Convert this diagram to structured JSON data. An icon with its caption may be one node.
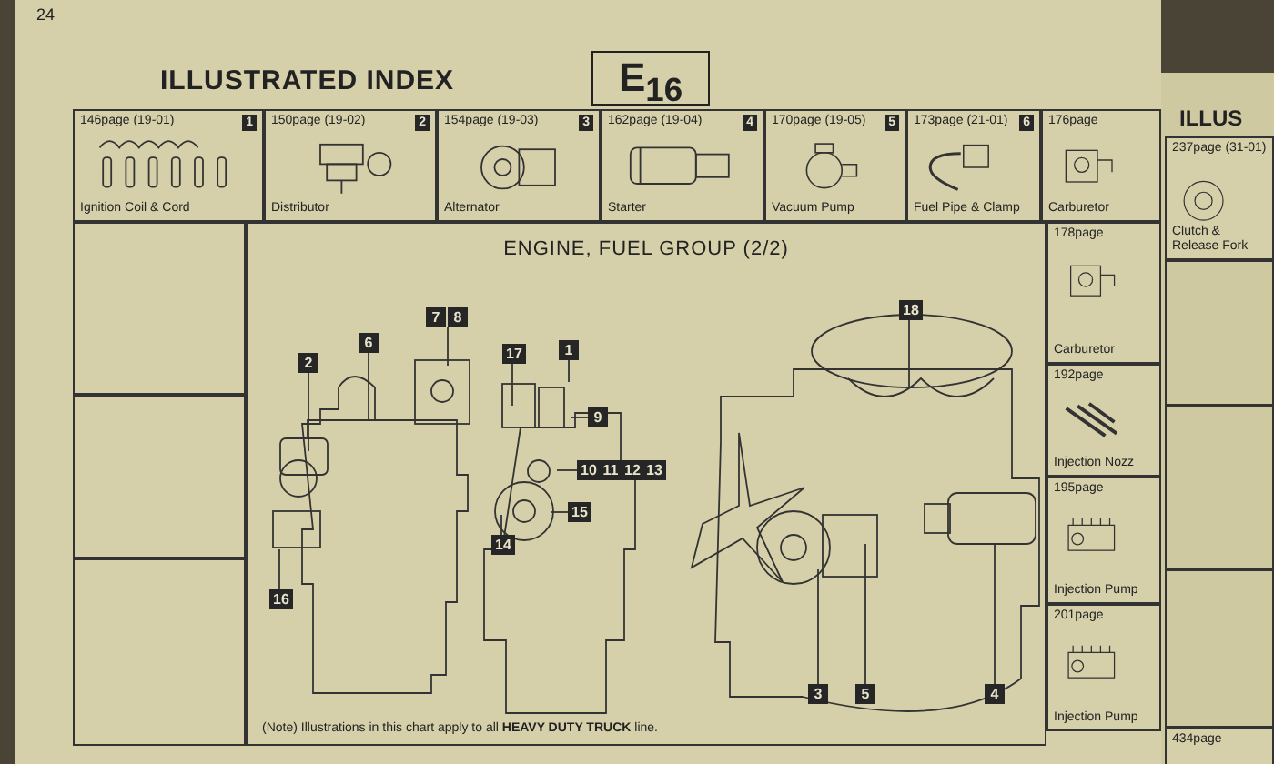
{
  "diagram": {
    "title": "ILLUSTRATED INDEX",
    "nodes": [
      {
        "text": [
          "E$_{16}$"
        ]
      },
      {
        "text": [
          "146page (19-01)",
          "1",
          "Ignition Coil & Cord"
        ]
      },
      {
        "text": [
          "150page (19-02)",
          "2",
          "Distributor"
        ]
      },
      {
        "text": [
          "154page (19-03)",
          "3",
          "Alternator"
        ]
      },
      {
        "text": [
          "162page (19-04)",
          "4",
          "Starter"
        ]
      },
      {
        "text": [
          "170page (19-05)",
          "5",
          "Vacuum Pump"
        ]
      },
      {
        "text": [
          "173page (21-01)",
          "6",
          "Fuel Pipe & Clamp"
        ]
      },
      {
        "text": [
          "176page",
          "Carburetor"
        ]
      },
      {
        "text": [
          "237page (31-01)",
          "Clutch & Release Fork"
        ]
      },
      {
        "text": [
          "ENGINE, FUEL GROUP (2/2)",
          "(Note) Illustrations in this chart apply to all **HEAVY DUTY TRUCK** line."
        ]
      },
      {
        "text": [
          "2"
        ],
        "in": 9
      },
      {
        "text": [
          "6"
        ],
        "in": 9
      },
      {
        "text": [
          "7"
        ],
        "in": 9
      },
      {
        "text": [
          "8"
        ],
        "in": 9
      },
      {
        "text": [
          "17"
        ],
        "in": 9
      },
      {
        "text": [
          "1"
        ],
        "in": 9
      },
      {
        "text": [
          "9"
        ],
        "in": 9
      },
      {
        "text": [
          "10"
        ],
        "in": 9
      },
      {
        "text": [
          "11"
        ],
        "in": 9
      },
      {
        "text": [
          "12"
        ],
        "in": 9
      },
      {
        "text": [
          "13"
        ],
        "in": 9
      },
      {
        "text": [
          "15"
        ],
        "in": 9
      },
      {
        "text": [
          "14"
        ],
        "in": 9
      },
      {
        "text": [
          "16"
        ],
        "in": 9
      },
      {
        "text": [
          "18"
        ],
        "in": 9
      },
      {
        "text": [
          "3"
        ],
        "in": 9
      },
      {
        "text": [
          "5"
        ],
        "in": 9
      },
      {
        "text": [
          "4"
        ],
        "in": 9
      },
      {
        "text": [
          "178page",
          "Carburetor"
        ]
      },
      {
        "text": [
          "192page",
          "Injection Nozz"
        ]
      },
      {
        "text": [
          "195page",
          "Injection Pump"
        ]
      },
      {
        "text": [
          "201page",
          "Injection Pump"
        ]
      },
      {
        "text": [
          "434page"
        ]
      }
    ],
    "edges": [
      {
        "from": 10,
        "to": null,
        "arrow": "none"
      },
      {
        "from": 11,
        "to": null,
        "arrow": "none"
      },
      {
        "from": 12,
        "to": null,
        "arrow": "none"
      },
      {
        "from": 13,
        "to": null,
        "arrow": "none"
      },
      {
        "from": 14,
        "to": null,
        "arrow": "none"
      },
      {
        "from": 15,
        "to": null,
        "arrow": "none"
      },
      {
        "from": 16,
        "to": null,
        "arrow": "none"
      },
      {
        "from": 17,
        "to": null,
        "arrow": "none"
      },
      {
        "from": 21,
        "to": null,
        "arrow": "none"
      },
      {
        "from": 22,
        "to": null,
        "arrow": "none"
      },
      {
        "from": 23,
        "to": null,
        "arrow": "none"
      },
      {
        "from": 24,
        "to": null,
        "arrow": "none"
      },
      {
        "from": 25,
        "to": null,
        "arrow": "none"
      },
      {
        "from": 26,
        "to": null,
        "arrow": "none"
      },
      {
        "from": 27,
        "to": null,
        "arrow": "none"
      }
    ],
    "labels": [
      "24",
      "ILLUS"
    ]
  }
}
